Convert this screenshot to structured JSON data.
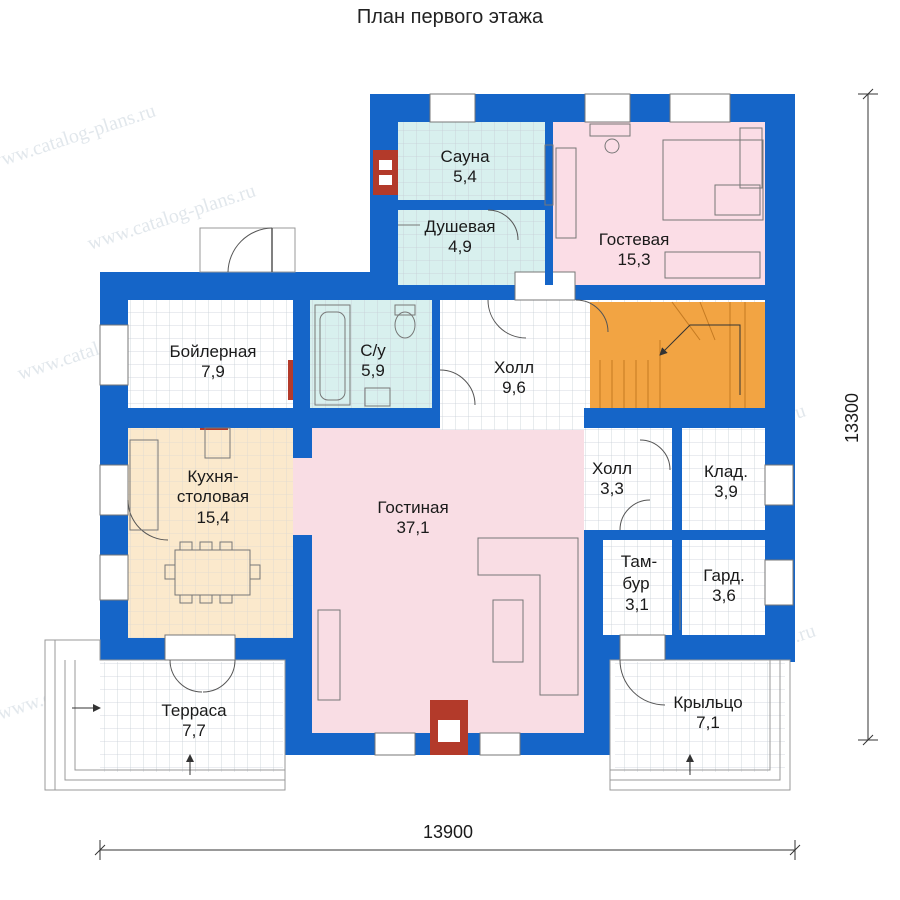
{
  "title": "План первого этажа",
  "watermark": "www.catalog-plans.ru",
  "dimensions": {
    "width": "13900",
    "height": "13300"
  },
  "rooms": [
    {
      "id": "sauna",
      "name": "Сауна",
      "area": "5,4"
    },
    {
      "id": "shower",
      "name": "Душевая",
      "area": "4,9"
    },
    {
      "id": "guest",
      "name": "Гостевая",
      "area": "15,3"
    },
    {
      "id": "boiler",
      "name": "Бойлерная",
      "area": "7,9"
    },
    {
      "id": "wc",
      "name": "С/у",
      "area": "5,9"
    },
    {
      "id": "hall1",
      "name": "Холл",
      "area": "9,6"
    },
    {
      "id": "kitchen",
      "name": "Кухня-столовая",
      "name_line1": "Кухня-",
      "name_line2": "столовая",
      "area": "15,4"
    },
    {
      "id": "living",
      "name": "Гостиная",
      "area": "37,1"
    },
    {
      "id": "hall2",
      "name": "Холл",
      "area": "3,3"
    },
    {
      "id": "storage",
      "name": "Клад.",
      "area": "3,9"
    },
    {
      "id": "vestibule",
      "name": "Тамбур",
      "name_line1": "Там-",
      "name_line2": "бур",
      "area": "3,1"
    },
    {
      "id": "wardrobe",
      "name": "Гард.",
      "area": "3,6"
    },
    {
      "id": "terrace",
      "name": "Терраса",
      "area": "7,7"
    },
    {
      "id": "porch",
      "name": "Крыльцо",
      "area": "7,1"
    }
  ],
  "colors": {
    "wall": "#1565c8",
    "kitchen_floor": "#fbe9cc",
    "living_floor": "#f9dde4",
    "guest_floor": "#fbdde6",
    "wet_floor": "#d8f0ee",
    "tile_floor": "#ffffff",
    "stairs": "#f2a443",
    "chimney": "#b33a2a"
  }
}
